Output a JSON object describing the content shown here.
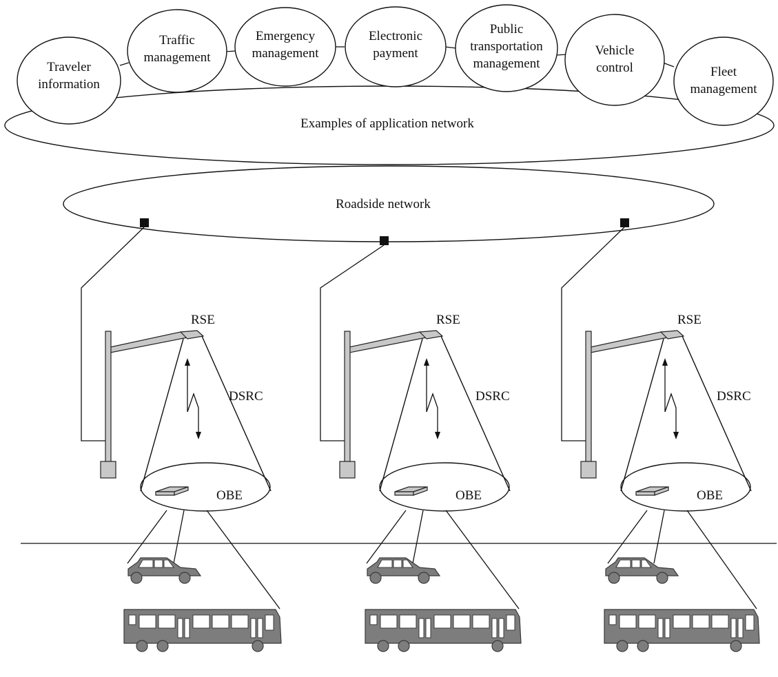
{
  "application_network": {
    "caption": "Examples of application network",
    "apps": [
      {
        "lines": [
          "Traveler",
          "information"
        ]
      },
      {
        "lines": [
          "Traffic",
          "management"
        ]
      },
      {
        "lines": [
          "Emergency",
          "management"
        ]
      },
      {
        "lines": [
          "Electronic",
          "payment"
        ]
      },
      {
        "lines": [
          "Public",
          "transportation",
          "management"
        ]
      },
      {
        "lines": [
          "Vehicle",
          "control"
        ]
      },
      {
        "lines": [
          "Fleet",
          "management"
        ]
      }
    ]
  },
  "roadside_network": {
    "caption": "Roadside network"
  },
  "units": [
    {
      "rse_label": "RSE",
      "link_label": "DSRC",
      "obe_label": "OBE"
    },
    {
      "rse_label": "RSE",
      "link_label": "DSRC",
      "obe_label": "OBE"
    },
    {
      "rse_label": "RSE",
      "link_label": "DSRC",
      "obe_label": "OBE"
    }
  ],
  "colors": {
    "stroke": "#111111",
    "vehicle": "#7d7d7d",
    "pole": "#c8c8c8",
    "device": "#c8c8c8"
  }
}
